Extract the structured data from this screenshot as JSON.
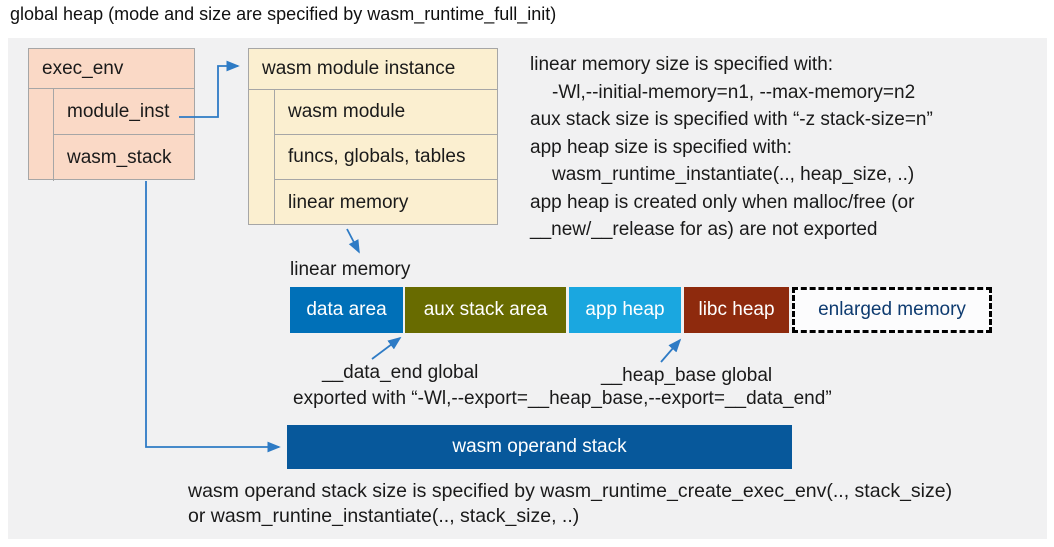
{
  "title": "global heap (mode and size are specified by wasm_runtime_full_init)",
  "exec_env_box": {
    "header": "exec_env",
    "rows": [
      {
        "label": "module_inst"
      },
      {
        "label": "wasm_stack"
      }
    ]
  },
  "module_instance_box": {
    "header": "wasm module instance",
    "rows": [
      {
        "label": "wasm module"
      },
      {
        "label": "funcs, globals, tables"
      },
      {
        "label": "linear memory"
      }
    ]
  },
  "info_block": {
    "lines": [
      "linear memory size is specified with:",
      "-Wl,--initial-memory=n1, --max-memory=n2",
      "aux stack size is specified with “-z stack-size=n”",
      "app heap size is specified with:",
      "wasm_runtime_instantiate(.., heap_size, ..)",
      "app heap is created only when malloc/free (or",
      "__new/__release for as) are not exported"
    ]
  },
  "linear_memory": {
    "label": "linear memory",
    "segments": [
      {
        "label": "data area",
        "color": "#0070b8"
      },
      {
        "label": "aux stack area",
        "color": "#686b00"
      },
      {
        "label": "app heap",
        "color": "#1aa7e0"
      },
      {
        "label": "libc heap",
        "color": "#8e2a0d"
      },
      {
        "label": "enlarged memory",
        "color": "#fcfcfd",
        "text_color": "#0e3b70"
      }
    ]
  },
  "annotations": {
    "data_end_label": "__data_end global",
    "heap_base_label": "__heap_base global",
    "exported_line": "exported with “-Wl,--export=__heap_base,--export=__data_end”"
  },
  "operand_stack": {
    "label": "wasm operand stack",
    "color": "#07589b"
  },
  "footer": {
    "lines": [
      "wasm operand stack size is specified by wasm_runtime_create_exec_env(.., stack_size)",
      "or wasm_runtine_instantiate(.., stack_size, ..)"
    ]
  },
  "colors": {
    "panel_bg": "#f1f1f2",
    "exec_box_fill": "#fad9c6",
    "module_box_fill": "#fbefd0",
    "box_border": "#a6a6a6",
    "arrow_blue": "#2e7bc5",
    "enlarged_text": "#0e3b70"
  }
}
